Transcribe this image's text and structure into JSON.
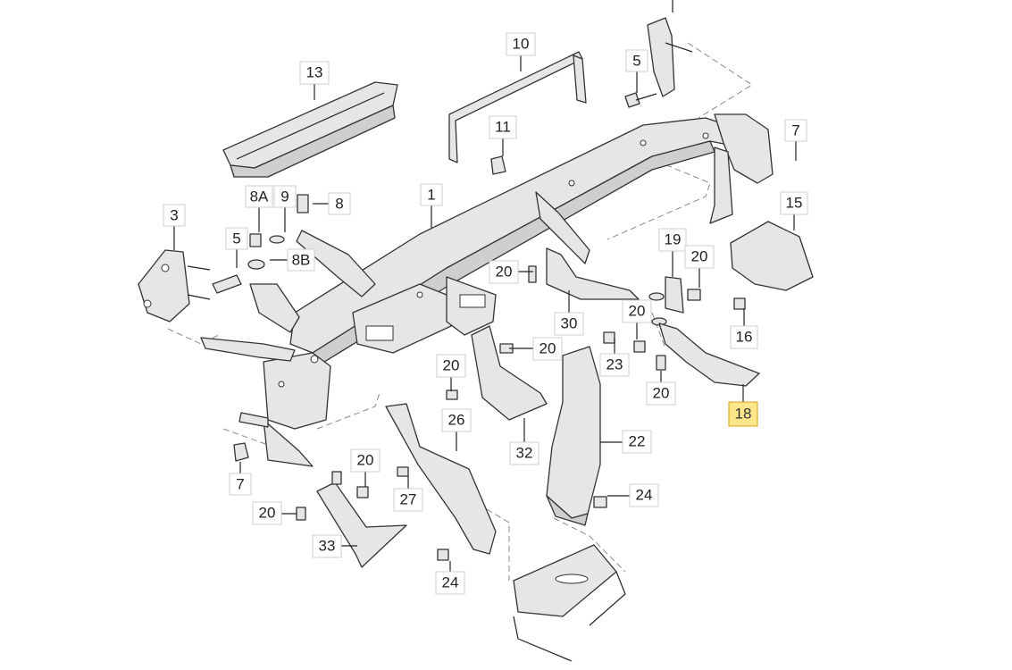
{
  "colors": {
    "highlight": "#fde68a",
    "highlight_border": "#d4a017",
    "line": "#333333",
    "part_fill": "#e6e6e6",
    "dash": "#8a8a8a"
  },
  "callouts": {
    "c1": "1",
    "c3": "3",
    "c5a": "5",
    "c5b": "5",
    "c7a": "7",
    "c7b": "7",
    "c8": "8",
    "c8a": "8A",
    "c8b": "8B",
    "c9": "9",
    "c10": "10",
    "c11": "11",
    "c13": "13",
    "c15": "15",
    "c16": "16",
    "c18": "18",
    "c19": "19",
    "c20a": "20",
    "c20b": "20",
    "c20c": "20",
    "c20d": "20",
    "c20e": "20",
    "c20f": "20",
    "c20g": "20",
    "c20h": "20",
    "c22": "22",
    "c23": "23",
    "c24a": "24",
    "c24b": "24",
    "c26": "26",
    "c27": "27",
    "c30": "30",
    "c32": "32",
    "c33": "33"
  }
}
